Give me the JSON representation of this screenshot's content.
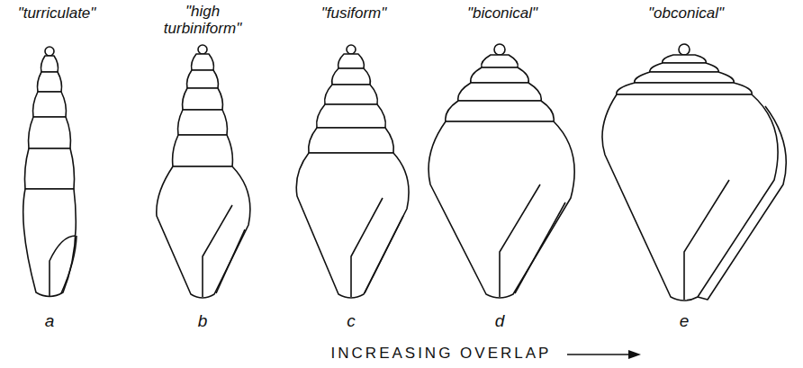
{
  "diagram": {
    "labels": [
      "\"turriculate\"",
      "\"high turbiniform\"",
      "\"fusiform\"",
      "\"biconical\"",
      "\"obconical\"",
      "a",
      "b",
      "c",
      "d",
      "e",
      "INCREASING OVERLAP"
    ]
  }
}
